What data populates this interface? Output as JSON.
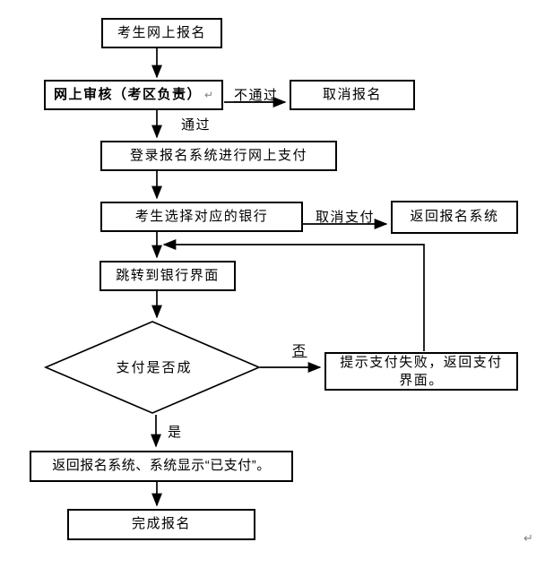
{
  "nodes": {
    "register": {
      "label": "考生网上报名"
    },
    "review": {
      "label": "网上审核（考区负责）"
    },
    "cancel": {
      "label": "取消报名"
    },
    "pay_login": {
      "label": "登录报名系统进行网上支付"
    },
    "choose_bank": {
      "label": "考生选择对应的银行"
    },
    "return_system": {
      "label": "返回报名系统"
    },
    "bank_page": {
      "label": "跳转到银行界面"
    },
    "pay_decision": {
      "label": "支付是否成"
    },
    "pay_fail": {
      "label": "提示支付失败，返回支付界面。"
    },
    "pay_done": {
      "label": "返回报名系统、系统显示“已支付”。"
    },
    "finish": {
      "label": "完成报名"
    }
  },
  "edge_labels": {
    "pass": "通过",
    "fail": "不通过",
    "cancel_pay": "取消支付",
    "no": "否",
    "yes": "是"
  },
  "marks": {
    "return_mark": "↵"
  },
  "colors": {
    "line": "#000000",
    "background": "#ffffff",
    "mark_gray": "#808080"
  }
}
